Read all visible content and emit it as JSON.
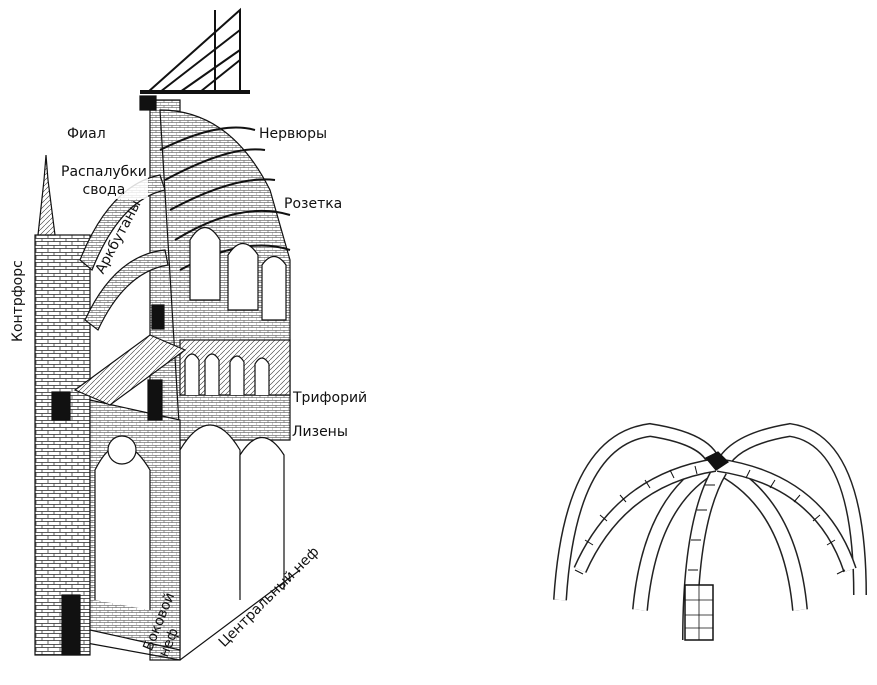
{
  "labels": {
    "finial": "Фиал",
    "vault_webs": "Распалубки\nсвода",
    "flying_buttresses": "Аркбутаны",
    "buttress": "Контрфорс",
    "ribs": "Нервюры",
    "rosette": "Розетка",
    "triforium": "Трифорий",
    "lesenes": "Лизены",
    "side_nave": "Боковой\nнеф",
    "central_nave": "Центральный неф"
  },
  "colors": {
    "ink": "#111111",
    "background": "#ffffff"
  }
}
